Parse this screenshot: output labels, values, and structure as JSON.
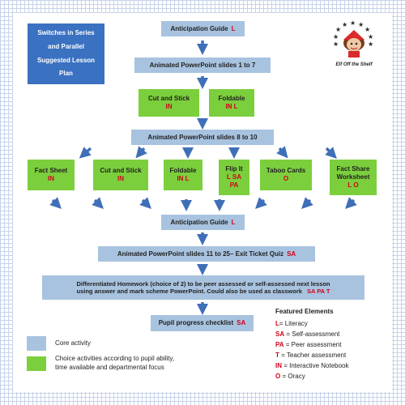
{
  "title": "Switches in Series and Parallel Suggested Lesson Plan",
  "logo_text": "Elf Off the Shelf",
  "colors": {
    "core": "#a8c3df",
    "choice": "#7ccf3c",
    "tag": "#d0021b",
    "title_bg": "#3a71c1"
  },
  "flow": {
    "anticipation_1": {
      "label": "Anticipation Guide",
      "tag": "L"
    },
    "ppt_1_7": {
      "label": "Animated PowerPoint slides 1 to 7"
    },
    "cut_stick_1": {
      "label": "Cut and Stick",
      "tag": "IN"
    },
    "foldable_1": {
      "label": "Foldable",
      "tag": "IN L"
    },
    "ppt_8_10": {
      "label": "Animated PowerPoint slides 8 to 10"
    },
    "fact_sheet": {
      "label": "Fact Sheet",
      "tag": "IN"
    },
    "cut_stick_2": {
      "label": "Cut and Stick",
      "tag": "IN"
    },
    "foldable_2": {
      "label": "Foldable",
      "tag": "IN L"
    },
    "flip_it": {
      "label": "Flip It",
      "tag": "L SA",
      "tag2": "PA"
    },
    "taboo": {
      "label": "Taboo Cards",
      "tag": "O"
    },
    "fact_share": {
      "label": "Fact Share",
      "label2": "Worksheet",
      "tag": "L O"
    },
    "anticipation_2": {
      "label": "Anticipation Guide",
      "tag": "L"
    },
    "ppt_11_25": {
      "label": "Animated PowerPoint slides 11 to 25– Exit Ticket Quiz",
      "tag": "SA"
    },
    "homework": {
      "line1": "Differentiated Homework (choice of 2) to be peer assessed or self-assessed next lesson",
      "line2": "using answer and mark scheme PowerPoint. Could also be used as classwork",
      "tag": "SA  PA  T"
    },
    "checklist": {
      "label": "Pupil progress checklist",
      "tag": "SA"
    }
  },
  "legend": {
    "core": "Core activity",
    "choice_line1": "Choice activities according to pupil ability,",
    "choice_line2": "time available and departmental focus"
  },
  "key": {
    "title": "Featured Elements",
    "items": [
      {
        "code": "L",
        "text": "= Literacy"
      },
      {
        "code": "SA",
        "text": " = Self-assessment"
      },
      {
        "code": "PA",
        "text": " = Peer assessment"
      },
      {
        "code": "T",
        "text": " = Teacher assessment"
      },
      {
        "code": "IN",
        "text": " = Interactive Notebook"
      },
      {
        "code": "O",
        "text": " = Oracy"
      }
    ]
  }
}
